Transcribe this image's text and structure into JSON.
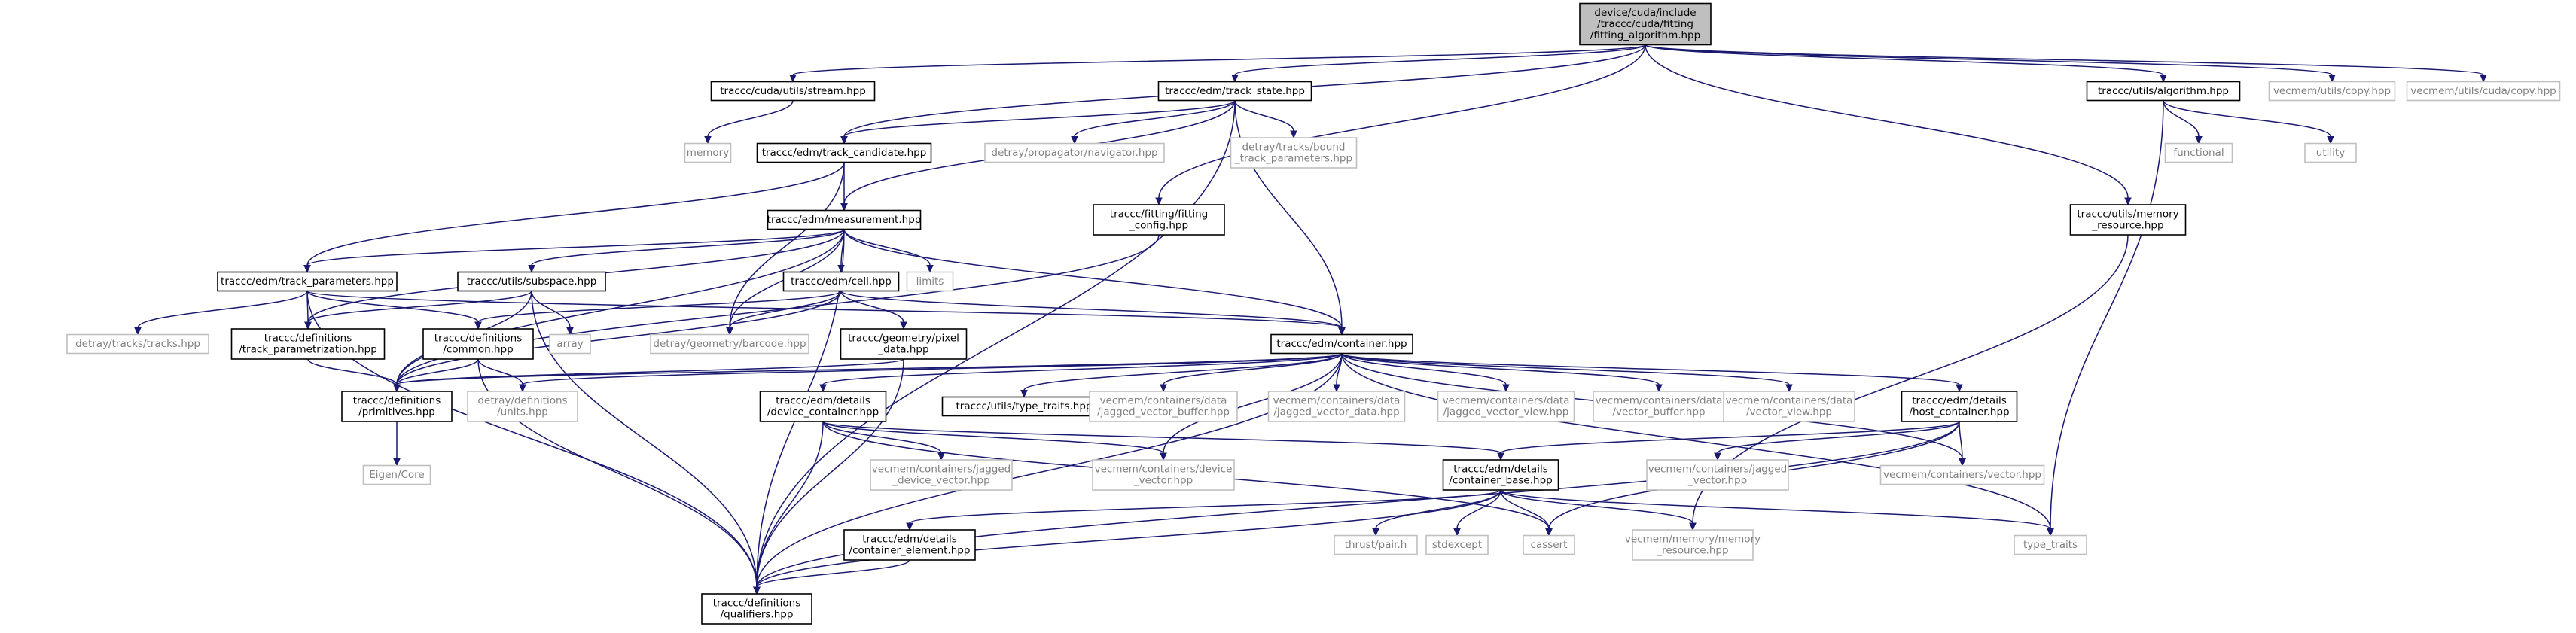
{
  "diagram": {
    "type": "include-dependency-graph",
    "colors": {
      "edge": "#191970",
      "local_border": "#000000",
      "external_border": "#bfbfbf",
      "focus_fill": "#bfbfbf",
      "external_text": "#808080"
    },
    "nodes": [
      {
        "id": "root",
        "kind": "focus",
        "lines": [
          "device/cuda/include",
          "/traccc/cuda/fitting",
          "/fitting_algorithm.hpp"
        ]
      },
      {
        "id": "stream",
        "kind": "local",
        "lines": [
          "traccc/cuda/utils/stream.hpp"
        ]
      },
      {
        "id": "track_state",
        "kind": "local",
        "lines": [
          "traccc/edm/track_state.hpp"
        ]
      },
      {
        "id": "algorithm",
        "kind": "local",
        "lines": [
          "traccc/utils/algorithm.hpp"
        ]
      },
      {
        "id": "vm_copy",
        "kind": "external",
        "lines": [
          "vecmem/utils/copy.hpp"
        ]
      },
      {
        "id": "vm_cuda_copy",
        "kind": "external",
        "lines": [
          "vecmem/utils/cuda/copy.hpp"
        ]
      },
      {
        "id": "memory",
        "kind": "external",
        "lines": [
          "memory"
        ]
      },
      {
        "id": "track_candidate",
        "kind": "local",
        "lines": [
          "traccc/edm/track_candidate.hpp"
        ]
      },
      {
        "id": "navigator",
        "kind": "external",
        "lines": [
          "detray/propagator/navigator.hpp"
        ]
      },
      {
        "id": "bound_tp",
        "kind": "external",
        "lines": [
          "detray/tracks/bound",
          "_track_parameters.hpp"
        ]
      },
      {
        "id": "functional",
        "kind": "external",
        "lines": [
          "functional"
        ]
      },
      {
        "id": "utility",
        "kind": "external",
        "lines": [
          "utility"
        ]
      },
      {
        "id": "measurement",
        "kind": "local",
        "lines": [
          "traccc/edm/measurement.hpp"
        ]
      },
      {
        "id": "fitting_config",
        "kind": "local",
        "lines": [
          "traccc/fitting/fitting",
          "_config.hpp"
        ]
      },
      {
        "id": "memory_resource",
        "kind": "local",
        "lines": [
          "traccc/utils/memory",
          "_resource.hpp"
        ]
      },
      {
        "id": "track_parameters",
        "kind": "local",
        "lines": [
          "traccc/edm/track_parameters.hpp"
        ]
      },
      {
        "id": "subspace",
        "kind": "local",
        "lines": [
          "traccc/utils/subspace.hpp"
        ]
      },
      {
        "id": "limits",
        "kind": "external",
        "lines": [
          "limits"
        ]
      },
      {
        "id": "cell",
        "kind": "local",
        "lines": [
          "traccc/edm/cell.hpp"
        ]
      },
      {
        "id": "tracks",
        "kind": "external",
        "lines": [
          "detray/tracks/tracks.hpp"
        ]
      },
      {
        "id": "track_param",
        "kind": "local",
        "lines": [
          "traccc/definitions",
          "/track_parametrization.hpp"
        ]
      },
      {
        "id": "common",
        "kind": "local",
        "lines": [
          "traccc/definitions",
          "/common.hpp"
        ]
      },
      {
        "id": "array",
        "kind": "external",
        "lines": [
          "array"
        ]
      },
      {
        "id": "barcode",
        "kind": "external",
        "lines": [
          "detray/geometry/barcode.hpp"
        ]
      },
      {
        "id": "pixel",
        "kind": "local",
        "lines": [
          "traccc/geometry/pixel",
          "_data.hpp"
        ]
      },
      {
        "id": "container",
        "kind": "local",
        "lines": [
          "traccc/edm/container.hpp"
        ]
      },
      {
        "id": "primitives",
        "kind": "local",
        "lines": [
          "traccc/definitions",
          "/primitives.hpp"
        ]
      },
      {
        "id": "units",
        "kind": "external",
        "lines": [
          "detray/definitions",
          "/units.hpp"
        ]
      },
      {
        "id": "device_container",
        "kind": "local",
        "lines": [
          "traccc/edm/details",
          "/device_container.hpp"
        ]
      },
      {
        "id": "type_traits_local",
        "kind": "local",
        "lines": [
          "traccc/utils/type_traits.hpp"
        ]
      },
      {
        "id": "jvb",
        "kind": "external",
        "lines": [
          "vecmem/containers/data",
          "/jagged_vector_buffer.hpp"
        ]
      },
      {
        "id": "jvd",
        "kind": "external",
        "lines": [
          "vecmem/containers/data",
          "/jagged_vector_data.hpp"
        ]
      },
      {
        "id": "jvv",
        "kind": "external",
        "lines": [
          "vecmem/containers/data",
          "/jagged_vector_view.hpp"
        ]
      },
      {
        "id": "vb",
        "kind": "external",
        "lines": [
          "vecmem/containers/data",
          "/vector_buffer.hpp"
        ]
      },
      {
        "id": "vv",
        "kind": "external",
        "lines": [
          "vecmem/containers/data",
          "/vector_view.hpp"
        ]
      },
      {
        "id": "host_container",
        "kind": "local",
        "lines": [
          "traccc/edm/details",
          "/host_container.hpp"
        ]
      },
      {
        "id": "eigen",
        "kind": "external",
        "lines": [
          "Eigen/Core"
        ]
      },
      {
        "id": "jdv",
        "kind": "external",
        "lines": [
          "vecmem/containers/jagged",
          "_device_vector.hpp"
        ]
      },
      {
        "id": "dv",
        "kind": "external",
        "lines": [
          "vecmem/containers/device",
          "_vector.hpp"
        ]
      },
      {
        "id": "container_base",
        "kind": "local",
        "lines": [
          "traccc/edm/details",
          "/container_base.hpp"
        ]
      },
      {
        "id": "jv",
        "kind": "external",
        "lines": [
          "vecmem/containers/jagged",
          "_vector.hpp"
        ]
      },
      {
        "id": "vector",
        "kind": "external",
        "lines": [
          "vecmem/containers/vector.hpp"
        ]
      },
      {
        "id": "container_element",
        "kind": "local",
        "lines": [
          "traccc/edm/details",
          "/container_element.hpp"
        ]
      },
      {
        "id": "thrust_pair",
        "kind": "external",
        "lines": [
          "thrust/pair.h"
        ]
      },
      {
        "id": "stdexcept",
        "kind": "external",
        "lines": [
          "stdexcept"
        ]
      },
      {
        "id": "cassert",
        "kind": "external",
        "lines": [
          "cassert"
        ]
      },
      {
        "id": "vm_mem_res",
        "kind": "external",
        "lines": [
          "vecmem/memory/memory",
          "_resource.hpp"
        ]
      },
      {
        "id": "type_traits",
        "kind": "external",
        "lines": [
          "type_traits"
        ]
      },
      {
        "id": "qualifiers",
        "kind": "local",
        "lines": [
          "traccc/definitions",
          "/qualifiers.hpp"
        ]
      }
    ],
    "edges": [
      [
        "root",
        "stream"
      ],
      [
        "root",
        "track_state"
      ],
      [
        "root",
        "track_candidate"
      ],
      [
        "root",
        "algorithm"
      ],
      [
        "root",
        "vm_copy"
      ],
      [
        "root",
        "vm_cuda_copy"
      ],
      [
        "root",
        "fitting_config"
      ],
      [
        "root",
        "memory_resource"
      ],
      [
        "stream",
        "memory"
      ],
      [
        "track_state",
        "track_candidate"
      ],
      [
        "track_state",
        "measurement"
      ],
      [
        "track_state",
        "navigator"
      ],
      [
        "track_state",
        "bound_tp"
      ],
      [
        "track_state",
        "container"
      ],
      [
        "track_state",
        "qualifiers"
      ],
      [
        "algorithm",
        "functional"
      ],
      [
        "algorithm",
        "utility"
      ],
      [
        "algorithm",
        "type_traits"
      ],
      [
        "track_candidate",
        "measurement"
      ],
      [
        "track_candidate",
        "track_parameters"
      ],
      [
        "track_candidate",
        "barcode"
      ],
      [
        "measurement",
        "track_parameters"
      ],
      [
        "measurement",
        "subspace"
      ],
      [
        "measurement",
        "limits"
      ],
      [
        "measurement",
        "cell"
      ],
      [
        "measurement",
        "barcode"
      ],
      [
        "measurement",
        "container"
      ],
      [
        "measurement",
        "track_param"
      ],
      [
        "measurement",
        "primitives"
      ],
      [
        "measurement",
        "qualifiers"
      ],
      [
        "fitting_config",
        "primitives"
      ],
      [
        "memory_resource",
        "vm_mem_res"
      ],
      [
        "track_parameters",
        "tracks"
      ],
      [
        "track_parameters",
        "track_param"
      ],
      [
        "track_parameters",
        "common"
      ],
      [
        "track_parameters",
        "container"
      ],
      [
        "track_parameters",
        "qualifiers"
      ],
      [
        "subspace",
        "track_param"
      ],
      [
        "subspace",
        "primitives"
      ],
      [
        "subspace",
        "array"
      ],
      [
        "subspace",
        "qualifiers"
      ],
      [
        "cell",
        "common"
      ],
      [
        "cell",
        "barcode"
      ],
      [
        "cell",
        "pixel"
      ],
      [
        "cell",
        "container"
      ],
      [
        "cell",
        "primitives"
      ],
      [
        "track_param",
        "primitives"
      ],
      [
        "common",
        "primitives"
      ],
      [
        "common",
        "units"
      ],
      [
        "common",
        "qualifiers"
      ],
      [
        "pixel",
        "primitives"
      ],
      [
        "pixel",
        "qualifiers"
      ],
      [
        "container",
        "device_container"
      ],
      [
        "container",
        "type_traits_local"
      ],
      [
        "container",
        "jvb"
      ],
      [
        "container",
        "jvd"
      ],
      [
        "container",
        "jvv"
      ],
      [
        "container",
        "vb"
      ],
      [
        "container",
        "vv"
      ],
      [
        "container",
        "host_container"
      ],
      [
        "container",
        "units"
      ],
      [
        "container",
        "primitives"
      ],
      [
        "container",
        "dv"
      ],
      [
        "container",
        "vector"
      ],
      [
        "container",
        "type_traits"
      ],
      [
        "container",
        "qualifiers"
      ],
      [
        "primitives",
        "eigen"
      ],
      [
        "device_container",
        "jdv"
      ],
      [
        "device_container",
        "dv"
      ],
      [
        "device_container",
        "container_base"
      ],
      [
        "device_container",
        "cassert"
      ],
      [
        "device_container",
        "qualifiers"
      ],
      [
        "host_container",
        "jv"
      ],
      [
        "host_container",
        "vector"
      ],
      [
        "host_container",
        "container_base"
      ],
      [
        "host_container",
        "cassert"
      ],
      [
        "host_container",
        "qualifiers"
      ],
      [
        "container_base",
        "container_element"
      ],
      [
        "container_base",
        "thrust_pair"
      ],
      [
        "container_base",
        "stdexcept"
      ],
      [
        "container_base",
        "cassert"
      ],
      [
        "container_base",
        "vm_mem_res"
      ],
      [
        "container_base",
        "type_traits"
      ],
      [
        "container_base",
        "qualifiers"
      ],
      [
        "container_element",
        "qualifiers"
      ]
    ]
  }
}
